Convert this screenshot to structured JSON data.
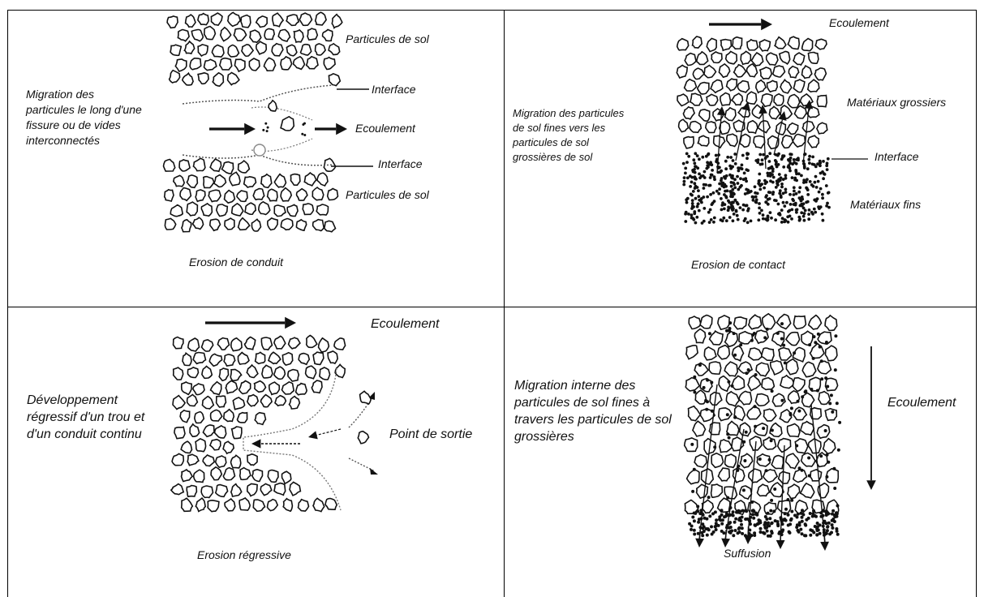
{
  "panels": [
    {
      "id": "conduit",
      "description": "Migration des\nparticules le long d'une\nfissure ou de vides\ninterconnectés",
      "labels": {
        "top_soil": "Particules de sol",
        "interface_top": "Interface",
        "flow": "Ecoulement",
        "interface_bottom": "Interface",
        "bottom_soil": "Particules de sol"
      },
      "title": "Erosion de conduit"
    },
    {
      "id": "contact",
      "description": "Migration des particules\nde sol fines vers les\nparticules de sol\ngrossières de sol",
      "labels": {
        "flow": "Ecoulement",
        "coarse": "Matériaux grossiers",
        "interface": "Interface",
        "fine": "Matériaux fins"
      },
      "title": "Erosion de contact"
    },
    {
      "id": "regressive",
      "description": "Développement\nrégressif d'un trou et\nd'un conduit continu",
      "labels": {
        "flow": "Ecoulement",
        "exit": "Point de sortie"
      },
      "title": "Erosion régressive"
    },
    {
      "id": "suffusion",
      "description": "Migration interne des\nparticules de sol fines à\ntravers les particules de sol\ngrossières",
      "labels": {
        "flow": "Ecoulement"
      },
      "title": "Suffusion"
    }
  ]
}
